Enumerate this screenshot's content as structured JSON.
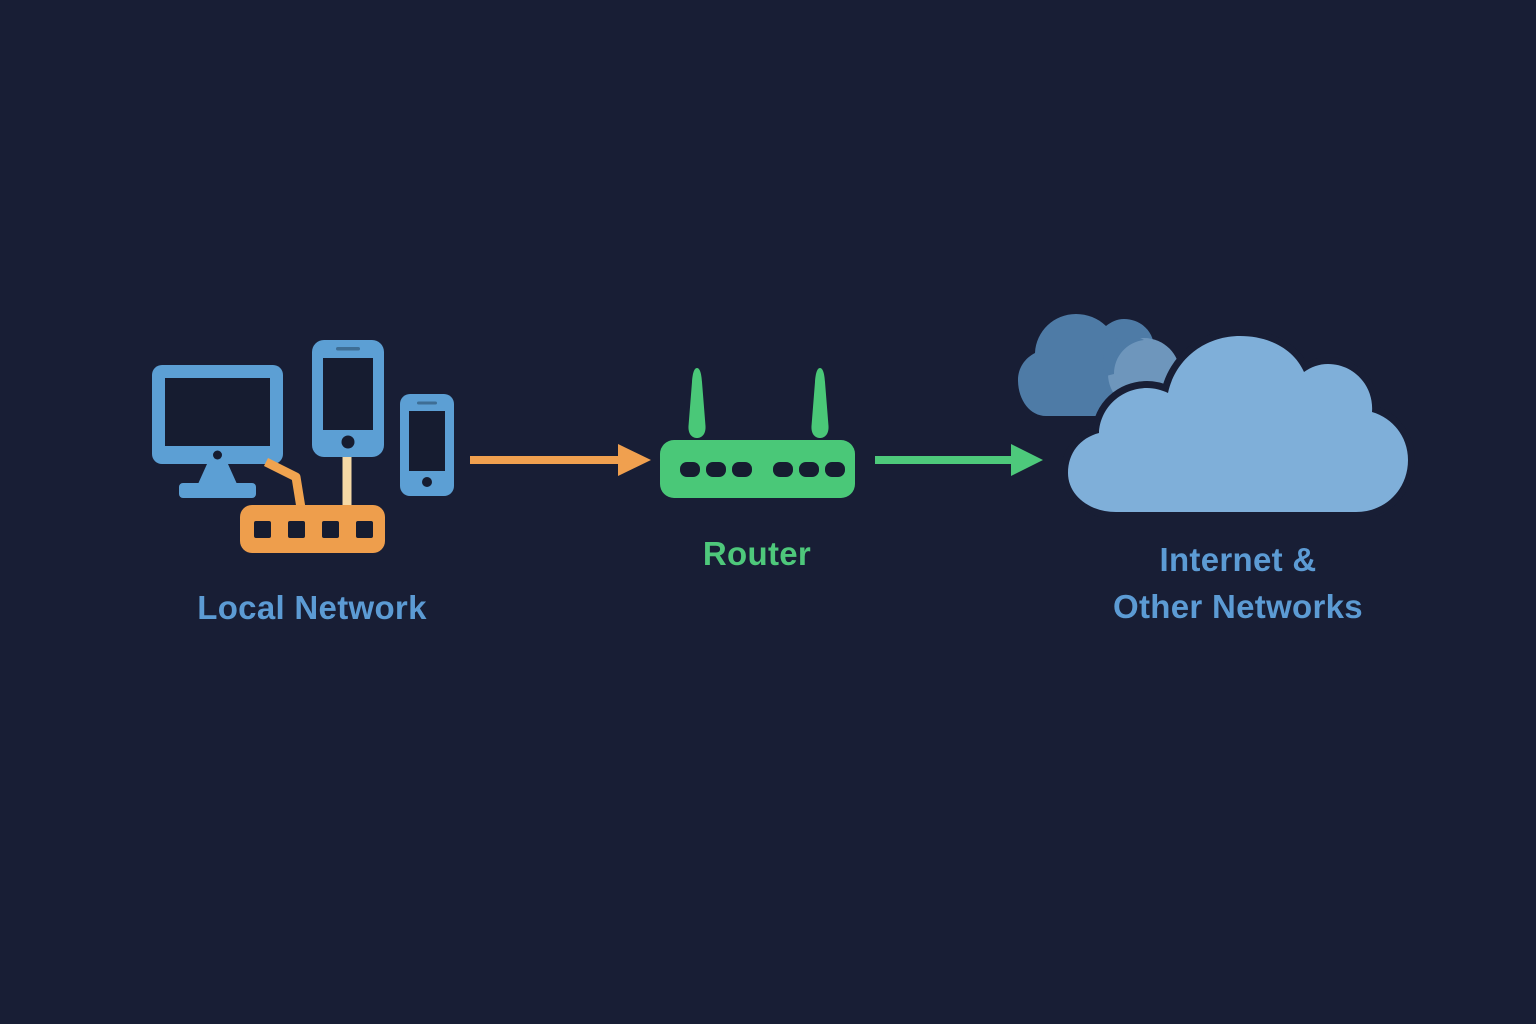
{
  "diagram": {
    "type": "network-flow-diagram",
    "nodes": {
      "local_network": {
        "label": "Local Network",
        "devices": [
          "monitor",
          "tablet",
          "smartphone",
          "network-switch"
        ],
        "label_color": "#5C9BD4"
      },
      "router": {
        "label": "Router",
        "label_color": "#4EC87B"
      },
      "internet": {
        "label_line1": "Internet &",
        "label_line2": "Other Networks",
        "label_color": "#5C9BD4"
      }
    },
    "connections": [
      {
        "from": "Local Network",
        "to": "Router",
        "arrow_color": "#F0A04F"
      },
      {
        "from": "Router",
        "to": "Internet & Other Networks",
        "arrow_color": "#4DC97B"
      }
    ],
    "colors": {
      "bg": "#181E35",
      "device-blue": "#5C9FD4",
      "switch-orange": "#EE9E4C",
      "cable-orange": "#F0A34F",
      "cable-cream": "#F6D9A6",
      "router-green": "#4AC878",
      "arrow-orange": "#F0A04F",
      "arrow-green": "#4DC97B",
      "cloud-front": "#7FAFD9",
      "cloud-back": "#4E7BA6",
      "cloud-hi": "#6E96BC",
      "label-blue": "#5C9BD4",
      "label-green": "#4EC87B",
      "screen-dark": "#161C30"
    }
  }
}
